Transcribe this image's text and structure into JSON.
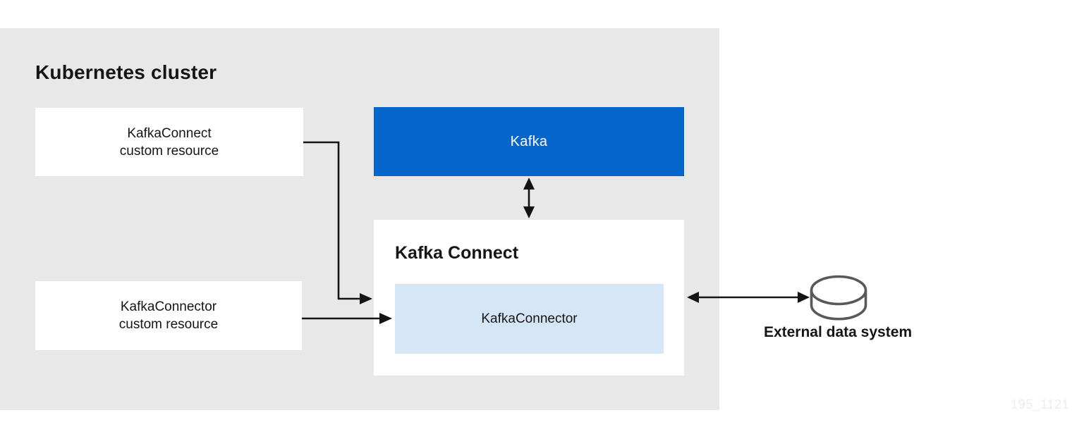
{
  "diagram": {
    "cluster_title": "Kubernetes cluster",
    "watermark": "195_1121",
    "nodes": {
      "kafkaconnect_cr": {
        "label": "KafkaConnect\ncustom resource"
      },
      "kafkaconnector_cr": {
        "label": "KafkaConnector\ncustom resource"
      },
      "kafka": {
        "label": "Kafka"
      },
      "kafka_connect": {
        "title": "Kafka Connect"
      },
      "kafkaconnector": {
        "label": "KafkaConnector"
      },
      "external_data_system": {
        "label": "External data system",
        "icon": "database-cylinder-icon"
      }
    },
    "edges": [
      {
        "from": "kafkaconnect_cr",
        "to": "kafka_connect",
        "direction": "one-way",
        "shape": "elbow"
      },
      {
        "from": "kafkaconnector_cr",
        "to": "kafkaconnector",
        "direction": "one-way",
        "shape": "straight"
      },
      {
        "from": "kafka",
        "to": "kafka_connect",
        "direction": "two-way",
        "shape": "straight-vertical"
      },
      {
        "from": "kafka_connect",
        "to": "external_data_system",
        "direction": "two-way",
        "shape": "straight-horizontal"
      }
    ],
    "colors": {
      "cluster_bg": "#e8e8e8",
      "kafka_blue": "#0666cc",
      "connector_light_blue": "#d5e6f7",
      "text_dark": "#151515",
      "kafka_text": "#ffffff",
      "arrow_black": "#141414",
      "cylinder_gray": "#595959",
      "watermark_gray": "#ececec"
    }
  }
}
